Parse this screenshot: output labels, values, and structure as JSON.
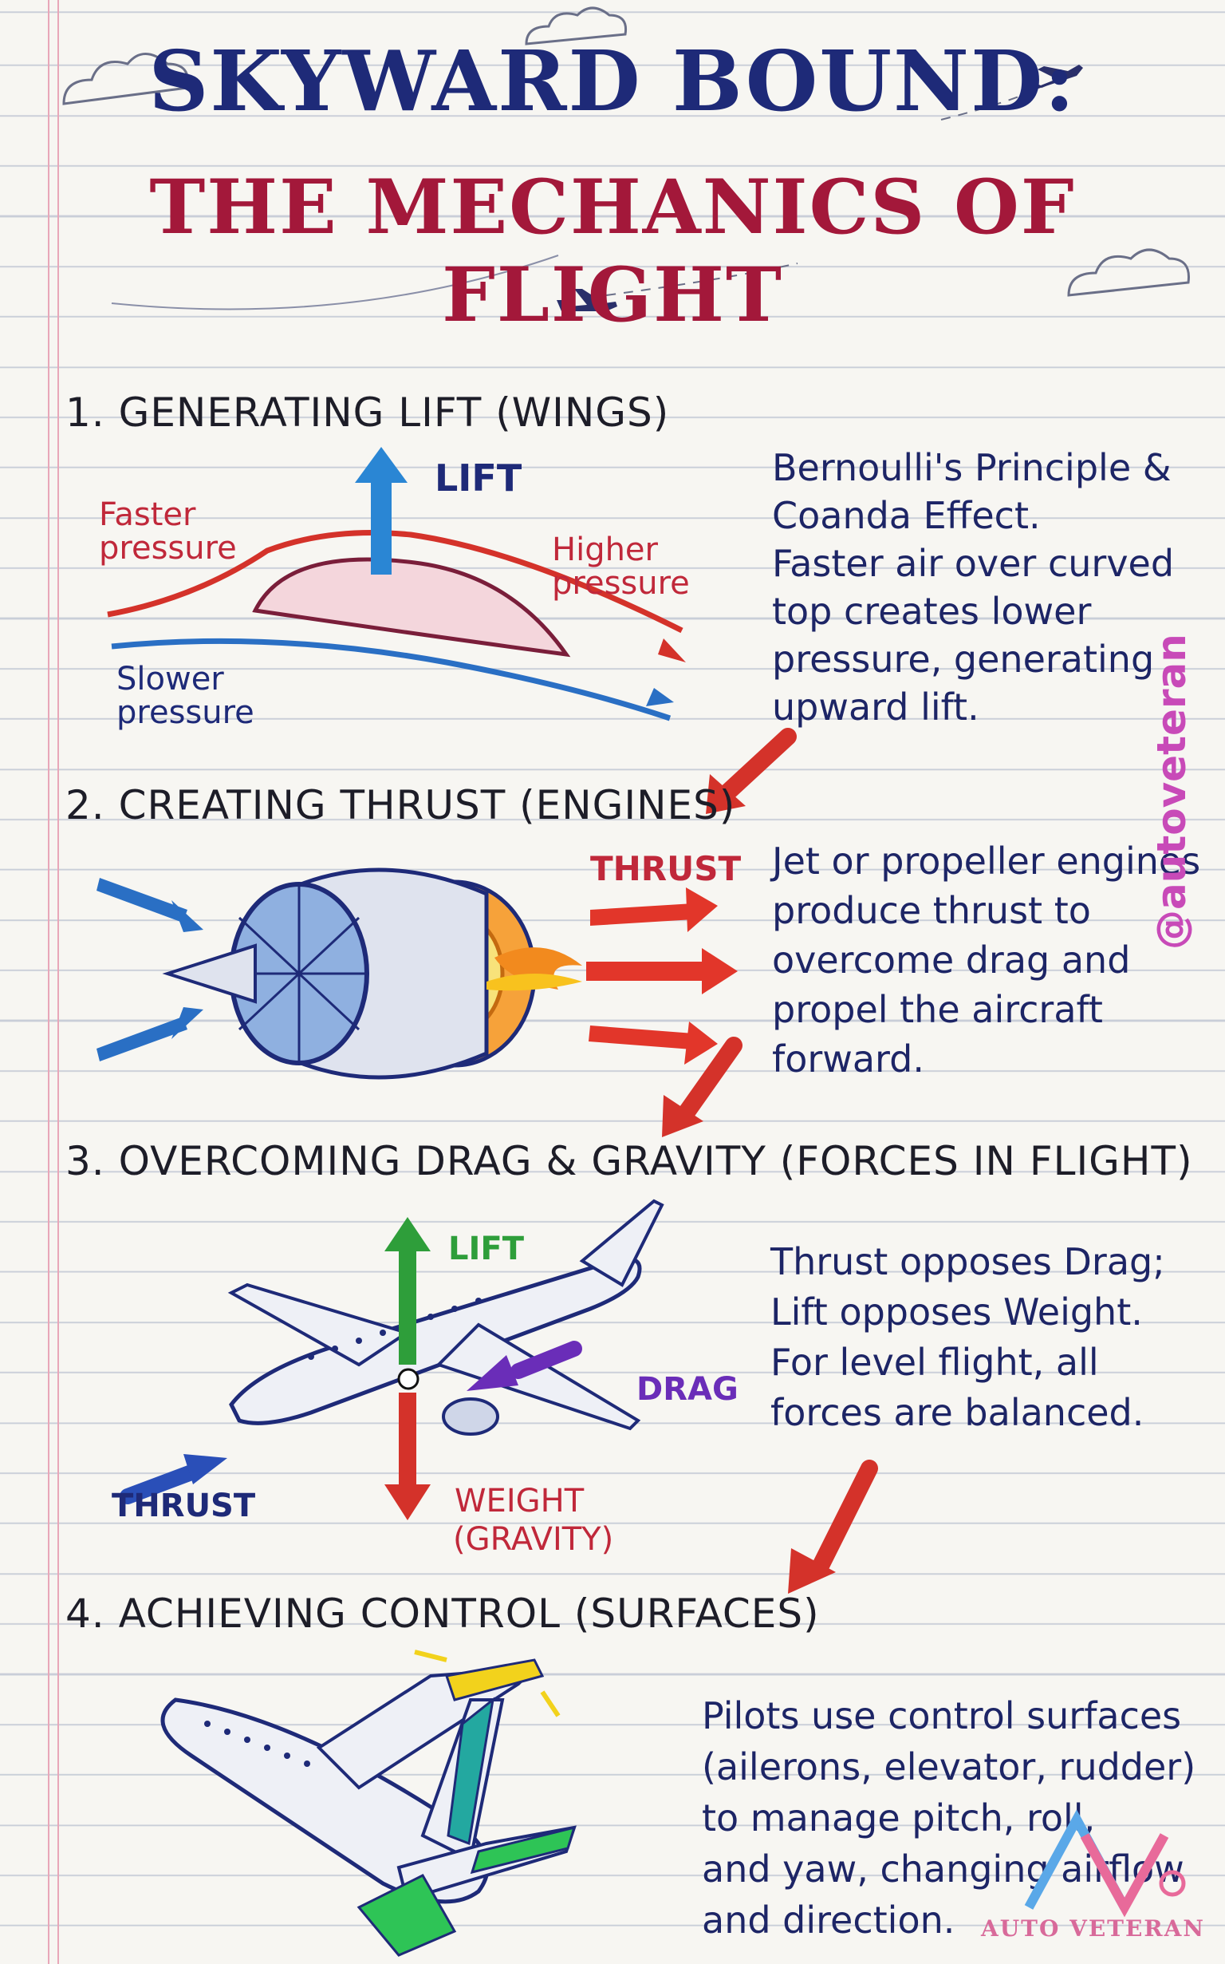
{
  "title": {
    "line1": "SKYWARD BOUND:",
    "line2": "THE MECHANICS OF FLIGHT"
  },
  "handle": "@autoveteran",
  "brand": "AUTO VETERAN",
  "sections": [
    {
      "heading": "1. GENERATING LIFT (WINGS)",
      "labels": {
        "lift": "LIFT",
        "faster1": "Faster",
        "faster2": "pressure",
        "higher1": "Higher",
        "higher2": "pressure",
        "slower1": "Slower",
        "slower2": "pressure"
      },
      "lines": [
        "Bernoulli's Principle &",
        "Coanda Effect.",
        "Faster air over curved",
        "top creates lower",
        "pressure, generating",
        "upward lift."
      ]
    },
    {
      "heading": "2. CREATING THRUST (ENGINES)",
      "labels": {
        "thrust": "THRUST"
      },
      "lines": [
        "Jet or propeller engines",
        "produce thrust to",
        "overcome drag and",
        "propel the aircraft",
        "forward."
      ]
    },
    {
      "heading": "3. OVERCOMING DRAG & GRAVITY (FORCES IN FLIGHT)",
      "labels": {
        "lift": "LIFT",
        "drag": "DRAG",
        "thrust": "THRUST",
        "weight1": "WEIGHT",
        "weight2": "(GRAVITY)"
      },
      "lines": [
        "Thrust opposes Drag;",
        "Lift opposes Weight.",
        "For level flight, all",
        "forces are balanced."
      ]
    },
    {
      "heading": "4. ACHIEVING CONTROL (SURFACES)",
      "lines": [
        "Pilots use control surfaces",
        "(ailerons, elevator, rudder)",
        "to manage pitch, roll,",
        "and yaw, changing airflow",
        "and direction."
      ]
    }
  ],
  "colors": {
    "navy": "#1e2a78",
    "crimson": "#a3183a",
    "red": "#d4322a",
    "blue": "#2a6fc4",
    "green": "#2e9e3a",
    "purple": "#6a2db8",
    "yellow": "#f2d21c",
    "teal": "#23a8a0"
  }
}
